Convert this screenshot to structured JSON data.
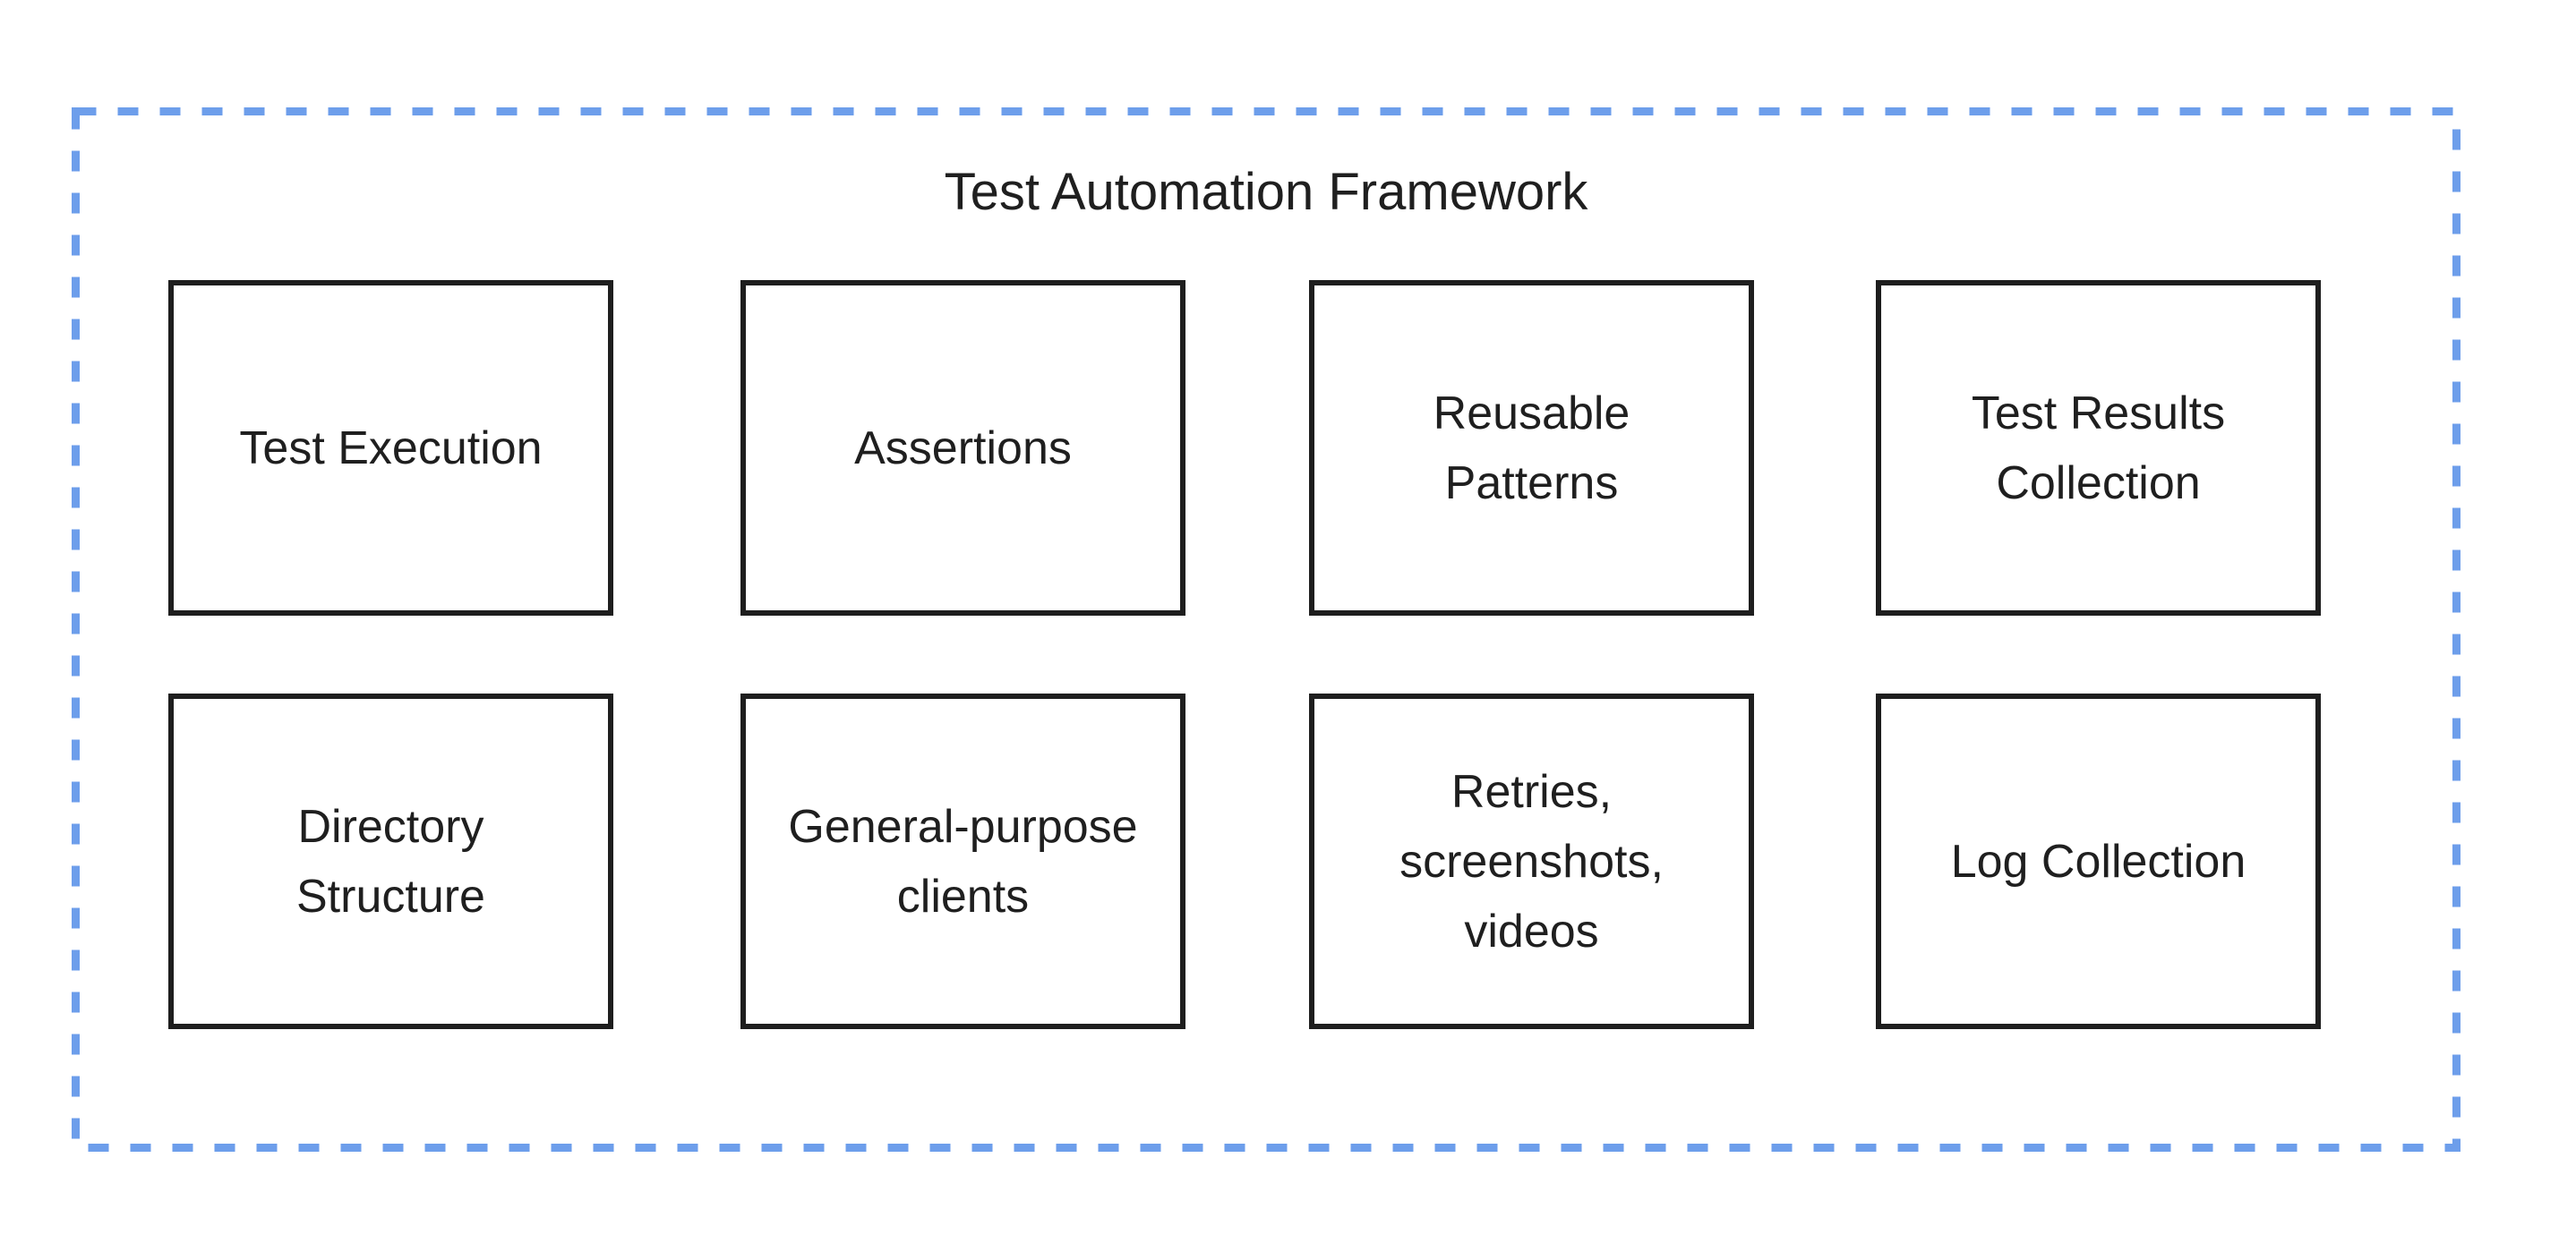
{
  "title": "Test Automation Framework",
  "boxes": [
    {
      "id": "test-execution",
      "label": "Test Execution"
    },
    {
      "id": "assertions",
      "label": "Assertions"
    },
    {
      "id": "reusable-patterns",
      "label": "Reusable\nPatterns"
    },
    {
      "id": "test-results-collection",
      "label": "Test Results\nCollection"
    },
    {
      "id": "directory-structure",
      "label": "Directory\nStructure"
    },
    {
      "id": "general-purpose-clients",
      "label": "General-purpose\nclients"
    },
    {
      "id": "retries-screenshots-videos",
      "label": "Retries,\nscreenshots,\nvideos"
    },
    {
      "id": "log-collection",
      "label": "Log Collection"
    }
  ],
  "colors": {
    "accent_dashed_border": "#6d9eeb",
    "box_border": "#1e1e1e",
    "text": "#1f1f1f",
    "background": "#ffffff"
  }
}
